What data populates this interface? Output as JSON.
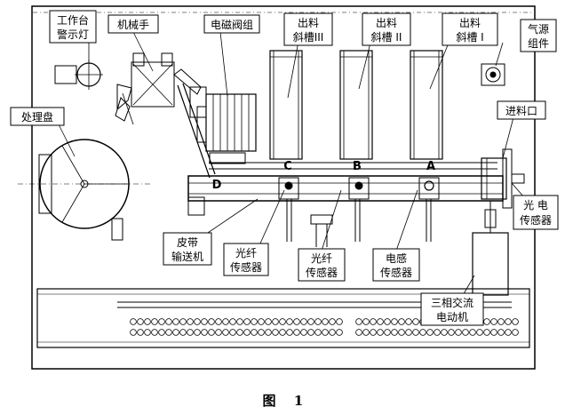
{
  "labels": {
    "warning_light": [
      "工作台",
      "警示灯"
    ],
    "manipulator": "机械手",
    "solenoid_valves": "电磁阀组",
    "chute3": [
      "出料",
      "斜槽III"
    ],
    "chute2": [
      "出料",
      "斜槽 II"
    ],
    "chute1": [
      "出料",
      "斜槽 I"
    ],
    "air_source": [
      "气源",
      "组件"
    ],
    "feed_inlet": "进料口",
    "processing_disk": "处理盘",
    "photo_sensor": [
      "光 电",
      "传感器"
    ],
    "belt_conveyor": [
      "皮带",
      "输送机"
    ],
    "fiber_sensor_1": [
      "光纤",
      "传感器"
    ],
    "fiber_sensor_2": [
      "光纤",
      "传感器"
    ],
    "inductive_sensor": [
      "电感",
      "传感器"
    ],
    "motor": [
      "三相交流",
      "电动机"
    ]
  },
  "points": {
    "a": "A",
    "b": "B",
    "c": "C",
    "d": "D"
  },
  "caption": {
    "figure": "图",
    "number": "1"
  }
}
